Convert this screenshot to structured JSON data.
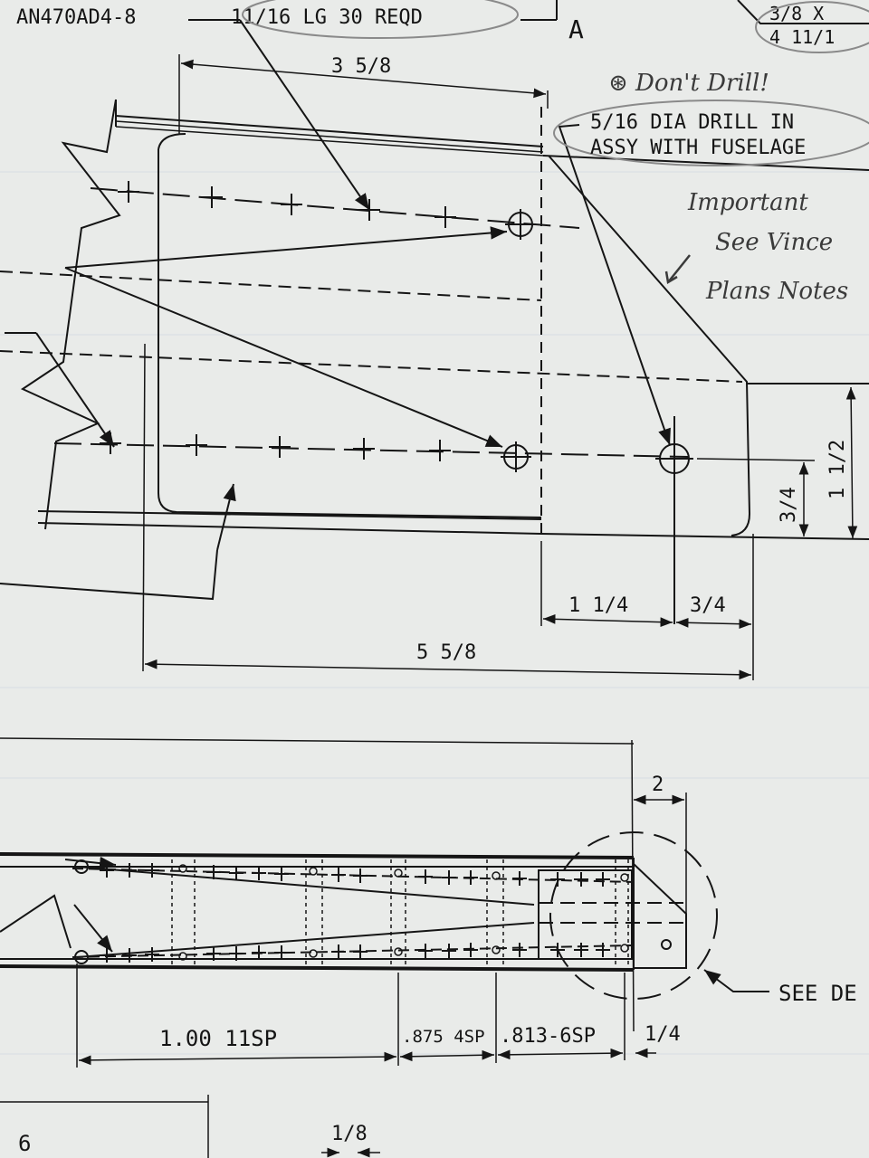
{
  "top_notes": {
    "rivet_callout": "AN470AD4-8",
    "rivet_length_note": "11/16 LG 30 REQD",
    "view_marker": "A",
    "corner_note_line1": "3/8 X",
    "corner_note_line2": "4 11/1"
  },
  "handwritten": {
    "dont_drill": "⊛ Don't Drill!",
    "important_line1": "Important",
    "important_line2": "See Vince",
    "important_line3": "Plans Notes"
  },
  "drill_note": {
    "line1": "5/16 DIA DRILL IN",
    "line2": "ASSY WITH FUSELAGE"
  },
  "upper_dimensions": {
    "top_width": "3 5/8",
    "overall_width": "5 5/8",
    "hole_offset": "1 1/4",
    "edge_offset": "3/4",
    "height_small": "3/4",
    "height_large": "1 1/2"
  },
  "lower_dimensions": {
    "end_offset": "2",
    "spacing_1": "1.00 11SP",
    "spacing_2": ".875 4SP",
    "spacing_3": ".813-6SP",
    "end_gap": "1/4",
    "see_detail": "SEE DE",
    "left_marker": "6",
    "small_dim": "1/8"
  }
}
